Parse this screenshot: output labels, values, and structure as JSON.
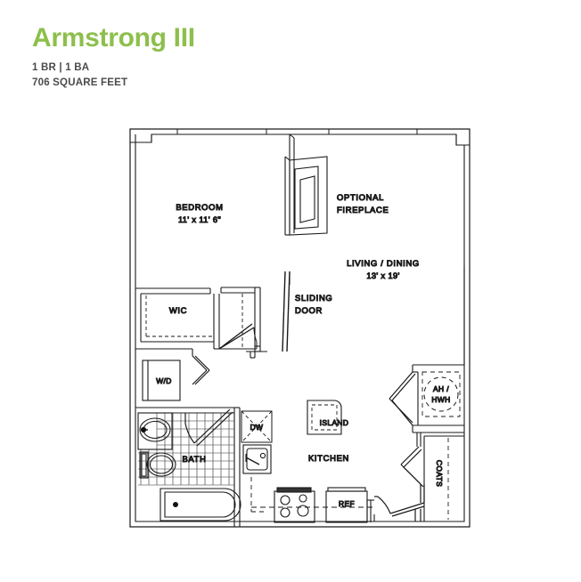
{
  "header": {
    "title": "Armstrong III",
    "beds_baths": "1 BR | 1 BA",
    "square_feet": "706 SQUARE FEET",
    "title_color": "#8dbf4c",
    "text_color": "#4b4b4b"
  },
  "floorplan": {
    "line_color": "#1a1a1a",
    "label_color": "#3b3b3b",
    "rooms": [
      {
        "id": "bedroom",
        "label": "BEDROOM",
        "dimensions": "11' x 11' 6\""
      },
      {
        "id": "living",
        "label": "LIVING / DINING",
        "dimensions": "13' x 19'"
      },
      {
        "id": "wic",
        "label": "WIC",
        "dimensions": ""
      },
      {
        "id": "bath",
        "label": "BATH",
        "dimensions": ""
      },
      {
        "id": "kitchen",
        "label": "KITCHEN",
        "dimensions": ""
      }
    ],
    "annotations": [
      {
        "id": "fireplace",
        "line1": "OPTIONAL",
        "line2": "FIREPLACE"
      },
      {
        "id": "sliding-door",
        "line1": "SLIDING",
        "line2": "DOOR"
      }
    ],
    "fixtures": [
      {
        "id": "washer-dryer",
        "label": "W/D"
      },
      {
        "id": "dishwasher",
        "label": "DW"
      },
      {
        "id": "island",
        "label": "ISLAND"
      },
      {
        "id": "refrigerator",
        "label": "REF"
      },
      {
        "id": "coats-closet",
        "label": "COATS"
      },
      {
        "id": "air-handler",
        "label_line1": "AH /",
        "label_line2": "HWH"
      }
    ]
  }
}
